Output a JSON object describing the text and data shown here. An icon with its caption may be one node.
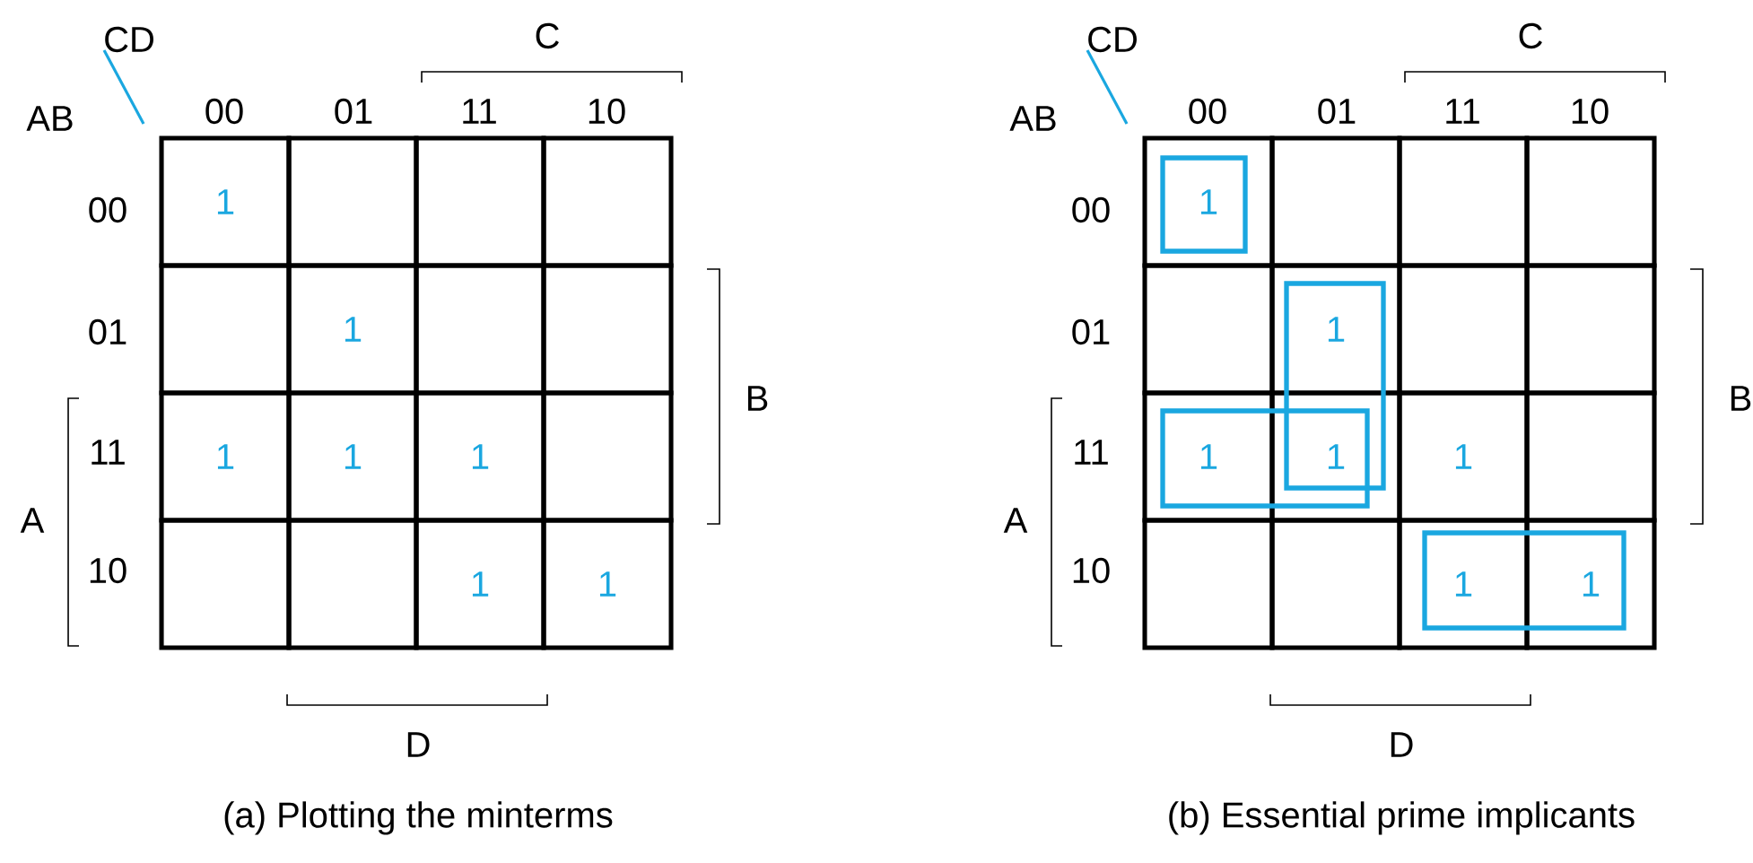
{
  "diagram": {
    "nodes": [
      {
        "text": [
          "1"
        ]
      },
      {
        "text": [],
        "shape": "box"
      },
      {
        "text": [],
        "shape": "box"
      },
      {
        "text": [],
        "shape": "box"
      },
      {
        "text": [],
        "shape": "box"
      },
      {
        "text": [
          "1"
        ]
      },
      {
        "text": [],
        "shape": "box"
      },
      {
        "text": [],
        "shape": "box"
      },
      {
        "text": [
          "1"
        ]
      },
      {
        "text": [
          "1"
        ]
      },
      {
        "text": [
          "1"
        ]
      },
      {
        "text": [],
        "shape": "box"
      },
      {
        "text": [],
        "shape": "box"
      },
      {
        "text": [],
        "shape": "box"
      },
      {
        "text": [
          "1"
        ]
      },
      {
        "text": [
          "1"
        ]
      },
      {
        "text": [
          "1"
        ]
      },
      {
        "text": [],
        "shape": "box"
      },
      {
        "text": [],
        "shape": "box"
      },
      {
        "text": [],
        "shape": "box"
      },
      {
        "text": [],
        "shape": "box"
      },
      {
        "text": [
          "1"
        ]
      },
      {
        "text": [],
        "shape": "box"
      },
      {
        "text": [],
        "shape": "box"
      },
      {
        "text": [
          "1"
        ]
      },
      {
        "text": [
          "1"
        ]
      },
      {
        "text": [
          "1"
        ]
      },
      {
        "text": [],
        "shape": "box"
      },
      {
        "text": [],
        "shape": "box"
      },
      {
        "text": [],
        "shape": "box"
      },
      {
        "text": [
          "1"
        ]
      },
      {
        "text": [
          "1"
        ]
      }
    ],
    "labels": [
      "CD",
      "C",
      "AB",
      "00",
      "01",
      "11",
      "10",
      "00",
      "01",
      "11",
      "10",
      "B",
      "A",
      "D",
      "(a) Plotting the minterms",
      "CD",
      "C",
      "AB",
      "00",
      "01",
      "11",
      "10",
      "00",
      "01",
      "11",
      "10",
      "B",
      "A",
      "D",
      "(b) Essential prime implicants"
    ]
  }
}
